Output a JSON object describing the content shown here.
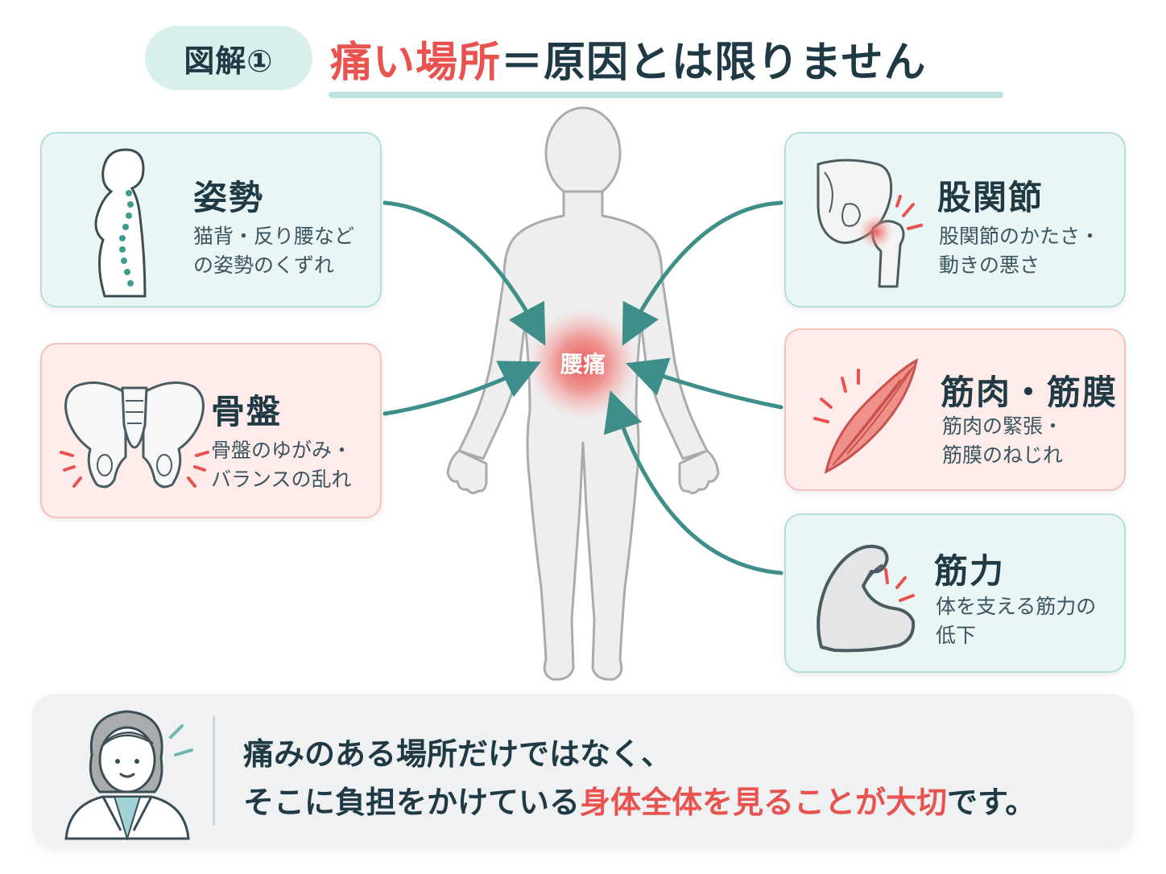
{
  "header": {
    "badge": "図解①",
    "title_highlight": "痛い場所",
    "title_rest": "＝原因とは限りません"
  },
  "center": {
    "pain_label": "腰痛"
  },
  "cards": {
    "posture": {
      "title": "姿勢",
      "desc_line1": "猫背・反り腰など",
      "desc_line2": "の姿勢のくずれ"
    },
    "pelvis": {
      "title": "骨盤",
      "desc_line1": "骨盤のゆがみ・",
      "desc_line2": "バランスの乱れ"
    },
    "hip": {
      "title": "股関節",
      "desc_line1": "股関節のかたさ・",
      "desc_line2": "動きの悪さ"
    },
    "muscle": {
      "title": "筋肉・筋膜",
      "desc_line1": "筋肉の緊張・",
      "desc_line2": "筋膜のねじれ"
    },
    "strength": {
      "title": "筋力",
      "desc_line1": "体を支える筋力の",
      "desc_line2": "低下"
    }
  },
  "message": {
    "line1": "痛みのある場所だけではなく、",
    "line2_prefix": "そこに負担をかけている",
    "line2_highlight": "身体全体を見ることが大切",
    "line2_suffix": "です。"
  },
  "colors": {
    "accent_red": "#e8524f",
    "teal_arrow": "#3e8f8a",
    "text_dark": "#1f3a44",
    "teal_card_bg": "#eaf6f5",
    "pink_card_bg": "#fdecea"
  },
  "icons": [
    "spine-icon",
    "pelvis-icon",
    "hip-joint-icon",
    "muscle-fiber-icon",
    "flexed-arm-icon",
    "doctor-avatar-icon"
  ]
}
